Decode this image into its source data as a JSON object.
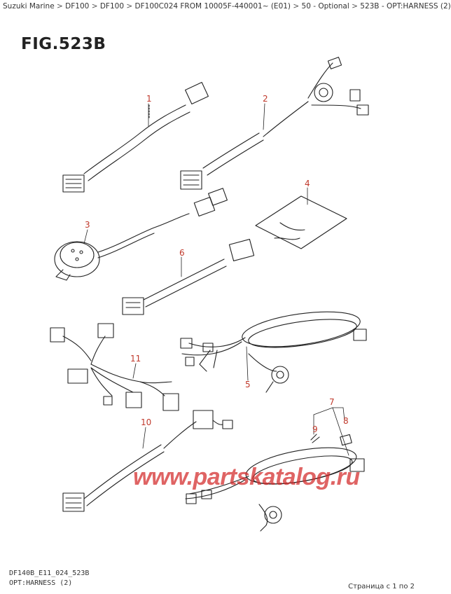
{
  "breadcrumb": {
    "items": [
      "Suzuki Marine",
      "DF100",
      "DF100",
      "DF100C024 FROM 10005F-440001~ (E01)",
      "50 - Optional",
      "523B - OPT:HARNESS (2)"
    ],
    "separator": ">"
  },
  "figure": {
    "title": "FIG.523B"
  },
  "callouts": {
    "c1": "1",
    "c2": "2",
    "c3": "3",
    "c4": "4",
    "c5": "5",
    "c6": "6",
    "c7": "7",
    "c8": "8",
    "c9": "9",
    "c10": "10",
    "c11": "11"
  },
  "footer": {
    "code": "DF140B_E11_024_523B",
    "subtitle": "OPT:HARNESS (2)",
    "page_counter": "Страница с 1 по 2"
  },
  "watermark": "www.partskatalog.ru",
  "colors": {
    "callout": "#c0392b",
    "line": "#222222",
    "watermark": "#d22828"
  }
}
